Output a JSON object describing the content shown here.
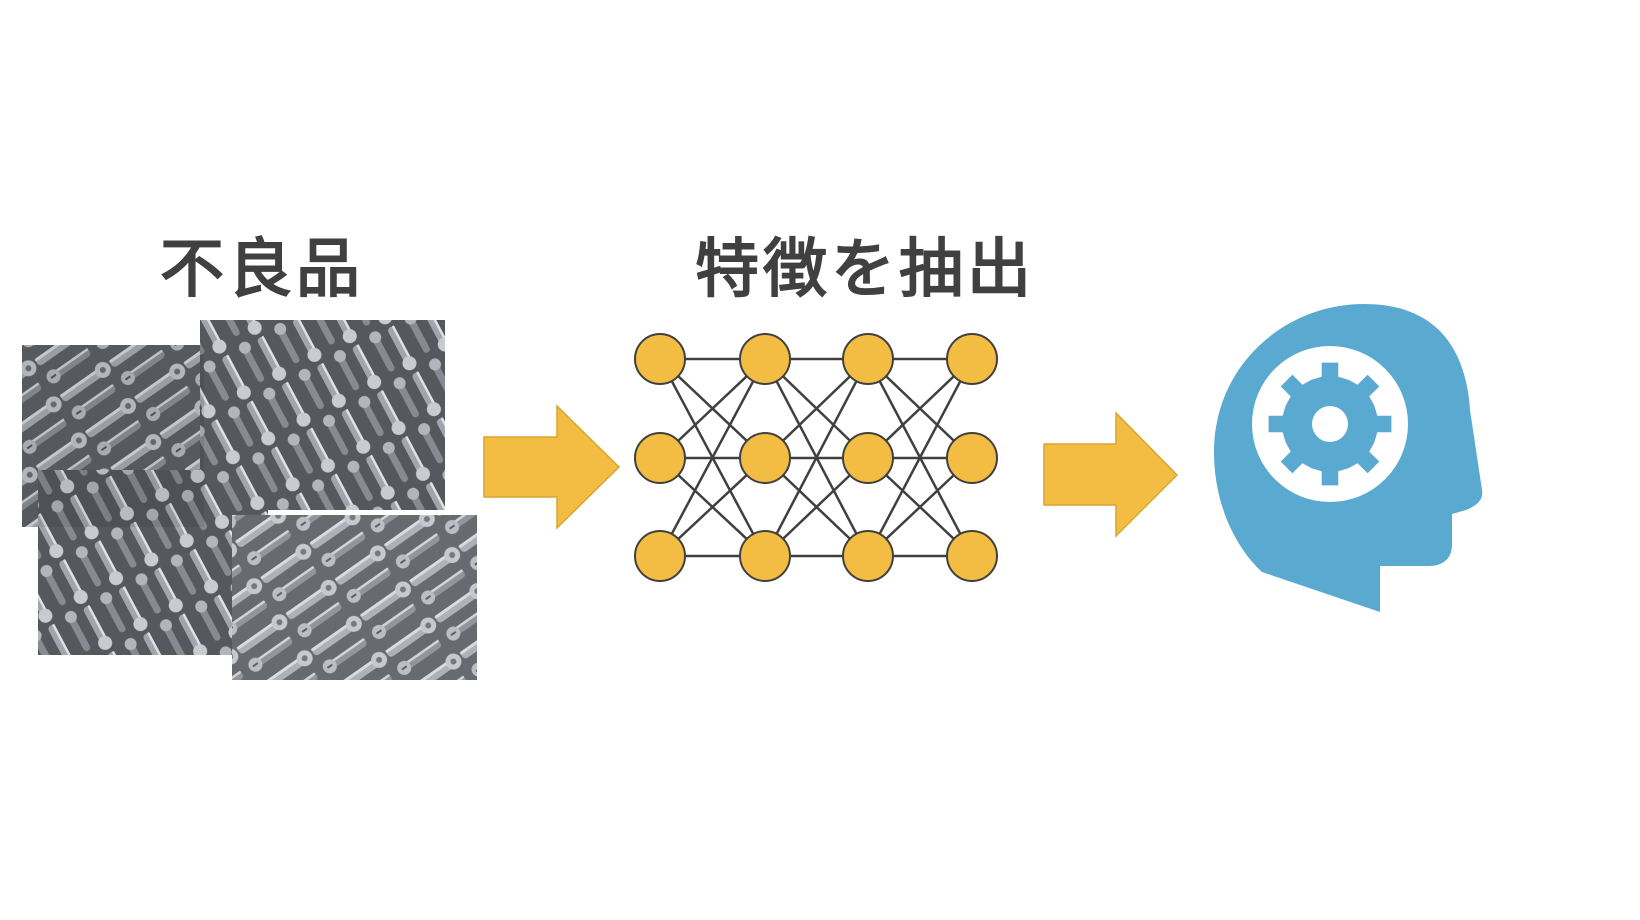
{
  "diagram": {
    "defective_label": "不良品",
    "feature_label": "特徴を抽出",
    "photo_description_icon": "screws-photo",
    "arrow_icon": "arrow-right-icon",
    "network_icon": "neural-network-icon",
    "ai_icon": "head-gear-icon"
  },
  "colors": {
    "arrow": "#f2bd42",
    "node": "#f2bd42",
    "node_stroke": "#404040",
    "edge": "#404040",
    "head": "#5aa9d0",
    "text": "#404040"
  },
  "network": {
    "layers": 4,
    "nodes_per_layer": 3
  }
}
